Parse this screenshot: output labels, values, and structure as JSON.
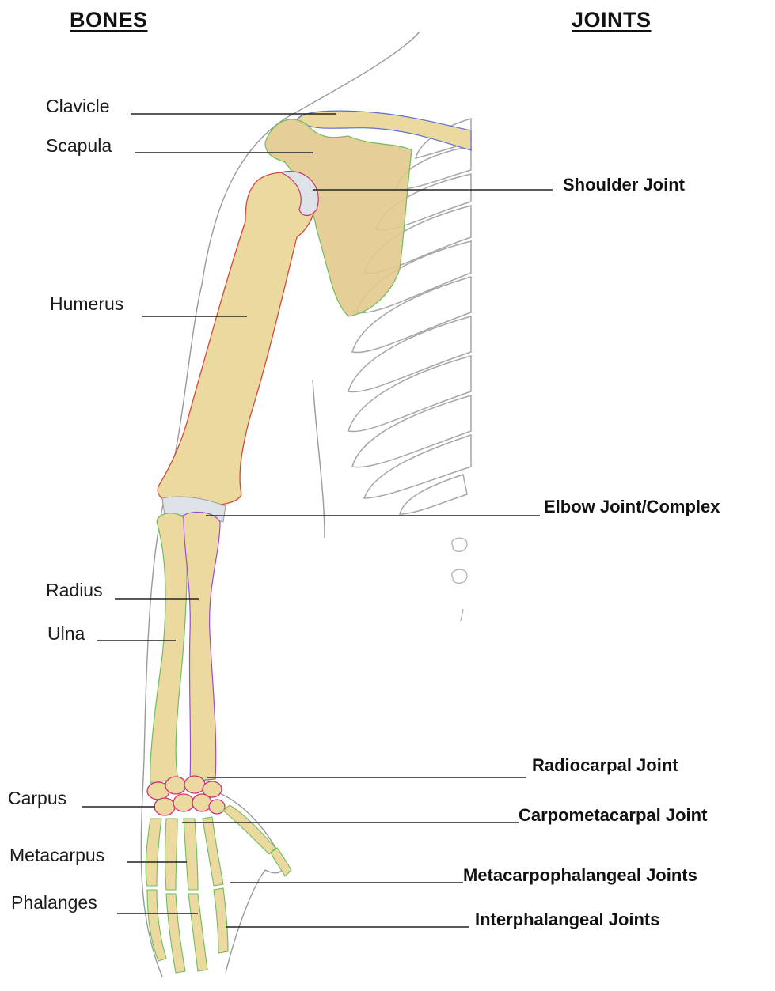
{
  "headings": {
    "bones": "BONES",
    "joints": "JOINTS"
  },
  "bones": [
    "Clavicle",
    "Scapula",
    "Humerus",
    "Radius",
    "Ulna",
    "Carpus",
    "Metacarpus",
    "Phalanges"
  ],
  "joints": [
    "Shoulder Joint",
    "Elbow Joint/Complex",
    "Radiocarpal Joint",
    "Carpometacarpal Joint",
    "Metacarpophalangeal Joints",
    "Interphalangeal Joints"
  ],
  "colors": {
    "bone_fill": "#ecd9a0",
    "scapula_fill": "#e2c98c",
    "cartilage": "#dde3e8",
    "outline": "#8a8a8a",
    "rib_fill": "#ffffff"
  }
}
